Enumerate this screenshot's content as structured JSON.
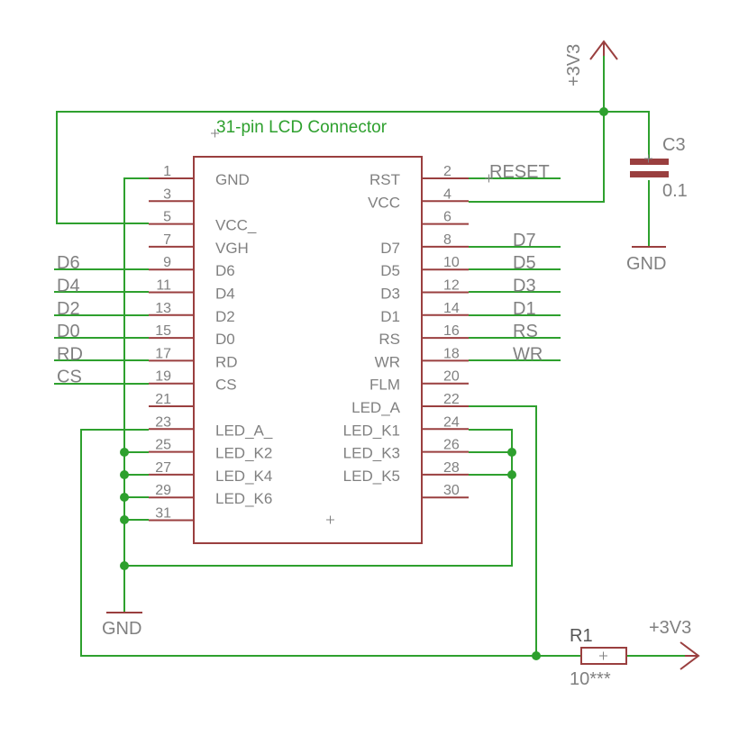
{
  "connector": {
    "title": "31-pin LCD Connector",
    "left_pins": [
      {
        "num": "1",
        "label": "GND"
      },
      {
        "num": "3",
        "label": ""
      },
      {
        "num": "5",
        "label": "VCC_"
      },
      {
        "num": "7",
        "label": "VGH"
      },
      {
        "num": "9",
        "label": "D6"
      },
      {
        "num": "11",
        "label": "D4"
      },
      {
        "num": "13",
        "label": "D2"
      },
      {
        "num": "15",
        "label": "D0"
      },
      {
        "num": "17",
        "label": "RD"
      },
      {
        "num": "19",
        "label": "CS"
      },
      {
        "num": "21",
        "label": ""
      },
      {
        "num": "23",
        "label": "LED_A_"
      },
      {
        "num": "25",
        "label": "LED_K2"
      },
      {
        "num": "27",
        "label": "LED_K4"
      },
      {
        "num": "29",
        "label": "LED_K6"
      },
      {
        "num": "31",
        "label": ""
      }
    ],
    "right_pins": [
      {
        "num": "2",
        "label": "RST"
      },
      {
        "num": "4",
        "label": "VCC"
      },
      {
        "num": "6",
        "label": ""
      },
      {
        "num": "8",
        "label": "D7"
      },
      {
        "num": "10",
        "label": "D5"
      },
      {
        "num": "12",
        "label": "D3"
      },
      {
        "num": "14",
        "label": "D1"
      },
      {
        "num": "16",
        "label": "RS"
      },
      {
        "num": "18",
        "label": "WR"
      },
      {
        "num": "20",
        "label": "FLM"
      },
      {
        "num": "22",
        "label": "LED_A"
      },
      {
        "num": "24",
        "label": "LED_K1"
      },
      {
        "num": "26",
        "label": "LED_K3"
      },
      {
        "num": "28",
        "label": "LED_K5"
      },
      {
        "num": "30",
        "label": ""
      }
    ]
  },
  "net_labels": {
    "left": [
      "D6",
      "D4",
      "D2",
      "D0",
      "RD",
      "CS"
    ],
    "right": [
      "RESET",
      "D7",
      "D5",
      "D3",
      "D1",
      "RS",
      "WR"
    ]
  },
  "capacitor": {
    "name": "C3",
    "value": "0.1"
  },
  "resistor": {
    "name": "R1",
    "value": "10***"
  },
  "power": {
    "supply_top": "+3V3",
    "supply_right": "+3V3",
    "gnd_cap": "GND",
    "gnd_main": "GND"
  }
}
